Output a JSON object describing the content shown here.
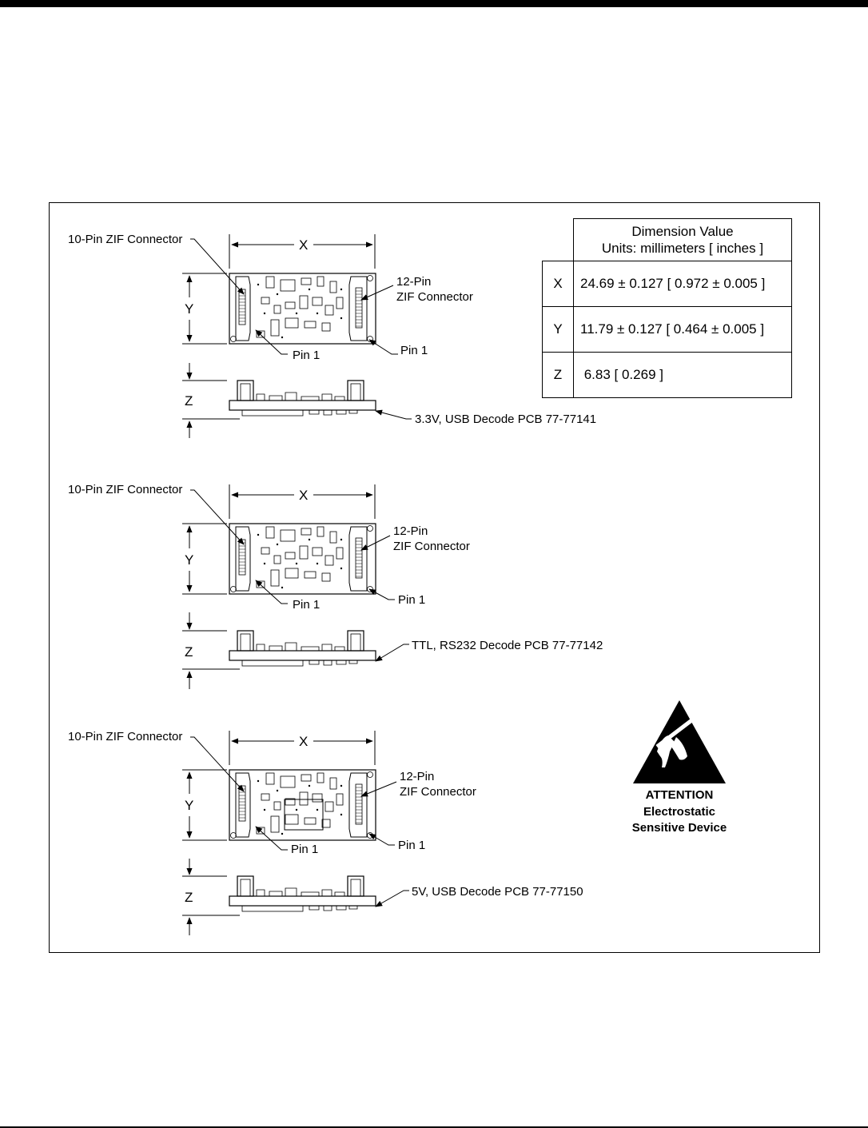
{
  "dimension_table": {
    "header_line1": "Dimension Value",
    "header_line2": "Units: millimeters [ inches ]",
    "rows": [
      {
        "axis": "X",
        "value": "24.69 ± 0.127 [ 0.972 ± 0.005 ]"
      },
      {
        "axis": "Y",
        "value": "11.79 ± 0.127 [ 0.464 ± 0.005 ]"
      },
      {
        "axis": "Z",
        "value": " 6.83 [ 0.269 ]"
      }
    ]
  },
  "boards": [
    {
      "ten_pin_label": "10-Pin ZIF Connector",
      "twelve_pin_line1": "12-Pin",
      "twelve_pin_line2": "ZIF Connector",
      "pin1_left": "Pin 1",
      "pin1_right": "Pin 1",
      "dim_x": "X",
      "dim_y": "Y",
      "dim_z": "Z",
      "pcb_label": "3.3V, USB Decode PCB 77-77141"
    },
    {
      "ten_pin_label": "10-Pin ZIF Connector",
      "twelve_pin_line1": "12-Pin",
      "twelve_pin_line2": "ZIF Connector",
      "pin1_left": "Pin 1",
      "pin1_right": "Pin 1",
      "dim_x": "X",
      "dim_y": "Y",
      "dim_z": "Z",
      "pcb_label": "TTL, RS232 Decode PCB 77-77142"
    },
    {
      "ten_pin_label": "10-Pin ZIF Connector",
      "twelve_pin_line1": "12-Pin",
      "twelve_pin_line2": "ZIF Connector",
      "pin1_left": "Pin 1",
      "pin1_right": "Pin 1",
      "dim_x": "X",
      "dim_y": "Y",
      "dim_z": "Z",
      "pcb_label": "5V, USB Decode PCB 77-77150"
    }
  ],
  "esd": {
    "icon": "esd-warning-icon",
    "line1": "ATTENTION",
    "line2": "Electrostatic",
    "line3": "Sensitive Device"
  }
}
